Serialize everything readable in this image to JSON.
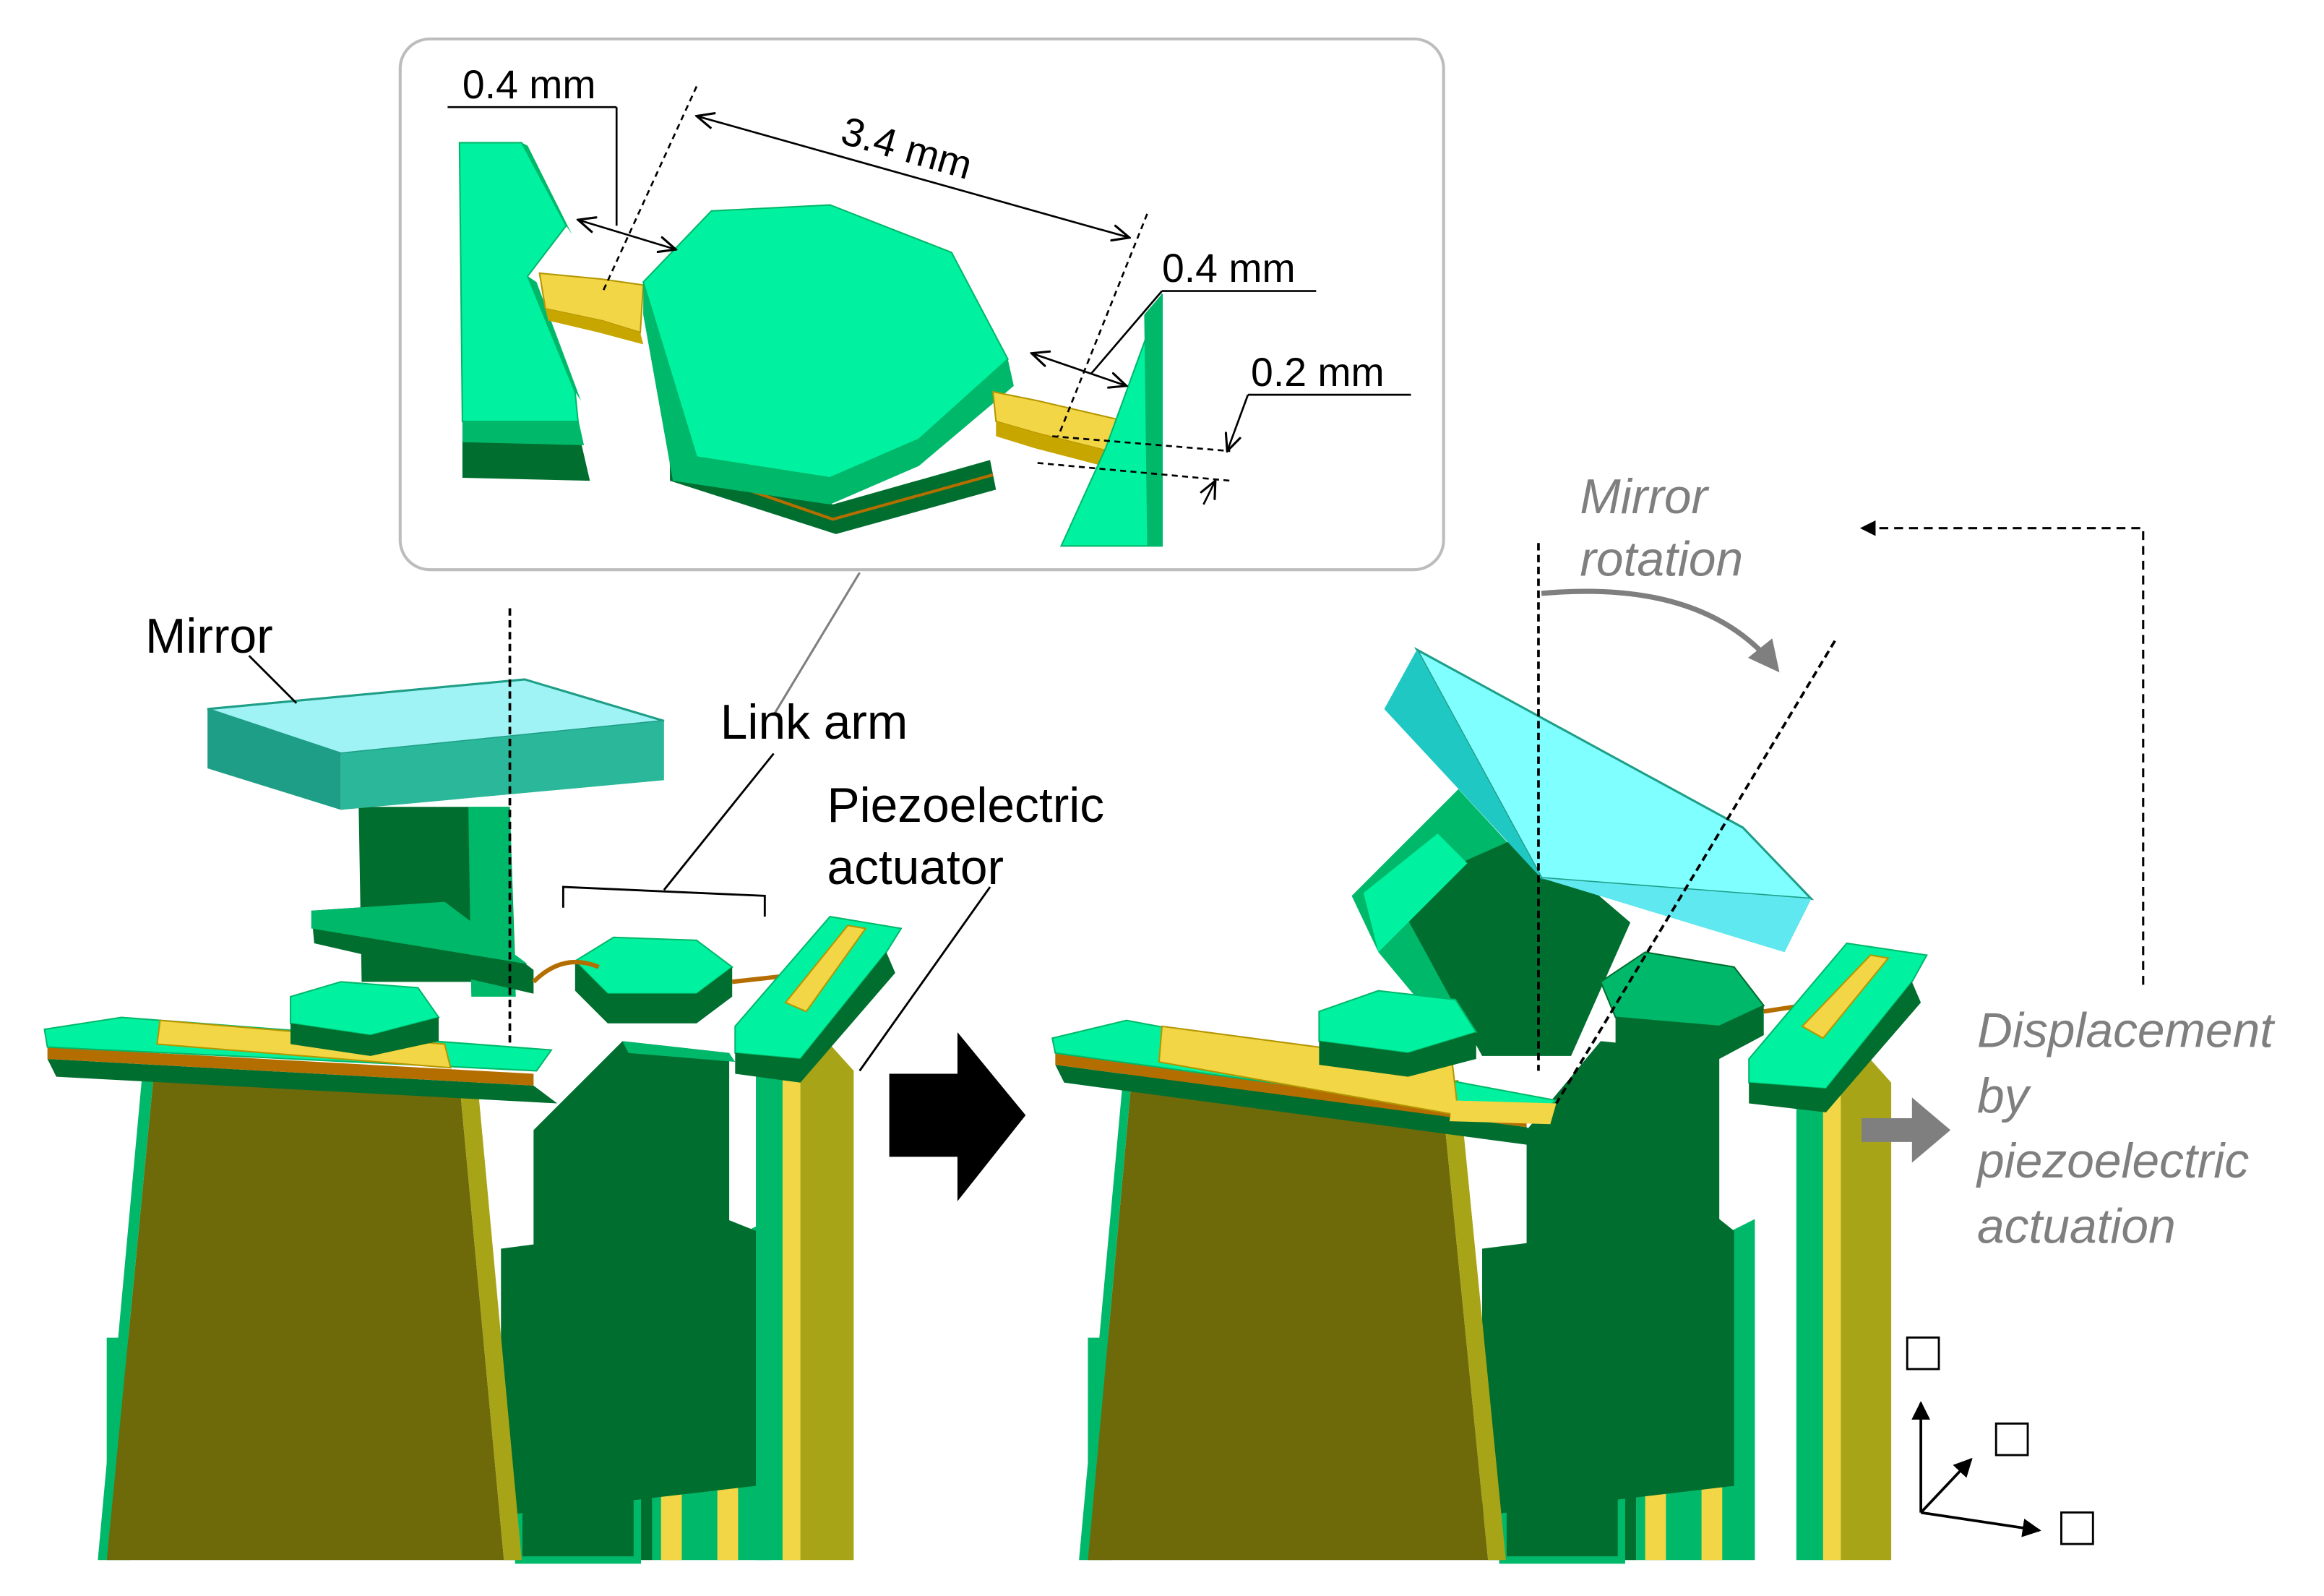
{
  "figure": {
    "inset": {
      "dim_left_gap": "0.4 mm",
      "dim_span": "3.4 mm",
      "dim_right_gap": "0.4 mm",
      "dim_thickness": "0.2 mm"
    },
    "labels": {
      "mirror": "Mirror",
      "link_arm": "Link arm",
      "piezo_line1": "Piezoelectric",
      "piezo_line2": "actuator",
      "rotation_line1": "Mirror",
      "rotation_line2": "rotation",
      "disp_line1": "Displacement",
      "disp_line2": "by",
      "disp_line3": "piezoelectric",
      "disp_line4": "actuation"
    },
    "axis_glyphs": [
      "□",
      "□",
      "□"
    ]
  },
  "colors": {
    "green_light": "#00F2A0",
    "green_mid": "#00B86A",
    "green_dark": "#006E2E",
    "gold": "#F2D646",
    "olive": "#6E6A0A",
    "olive_light": "#A8A418",
    "mirror_face": "#9FF3F5",
    "mirror_side": "#1E9E86",
    "mirror_tilt": "#7FFFFF",
    "callout_gray": "#7F7F7F",
    "text": "#000000"
  }
}
